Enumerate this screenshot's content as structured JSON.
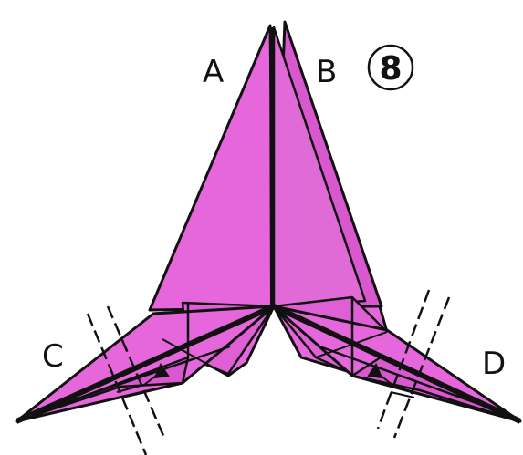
{
  "labels": {
    "a": "A",
    "b": "B",
    "c": "C",
    "d": "D"
  },
  "step": {
    "number": "8"
  },
  "colors": {
    "paper": "#e667dc",
    "paper_dark": "#d24fc6",
    "line": "#111111",
    "background": "#ffffff"
  }
}
